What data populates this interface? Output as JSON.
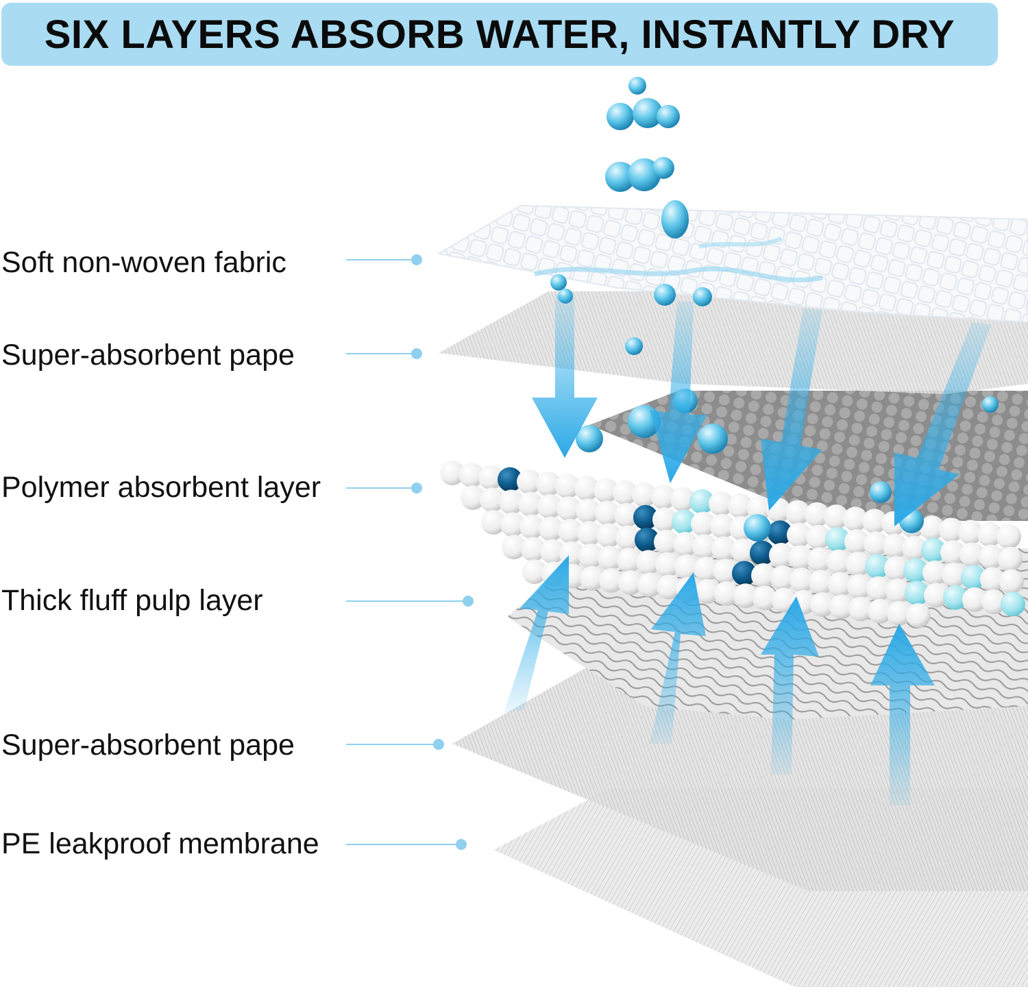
{
  "title": "SIX LAYERS ABSORB WATER, INSTANTLY DRY",
  "layers": [
    {
      "label": "Soft non-woven fabric"
    },
    {
      "label": "Super-absorbent pape"
    },
    {
      "label": "Polymer absorbent layer"
    },
    {
      "label": "Thick fluff pulp layer"
    },
    {
      "label": "Super-absorbent pape"
    },
    {
      "label": "PE leakproof membrane"
    }
  ],
  "colors": {
    "banner": "#a9dcf3",
    "accent": "#3ab4ea",
    "leader": "#8fd0ee",
    "dark_bead": "#0d5b8c",
    "light_bead": "#9fe3ec"
  }
}
